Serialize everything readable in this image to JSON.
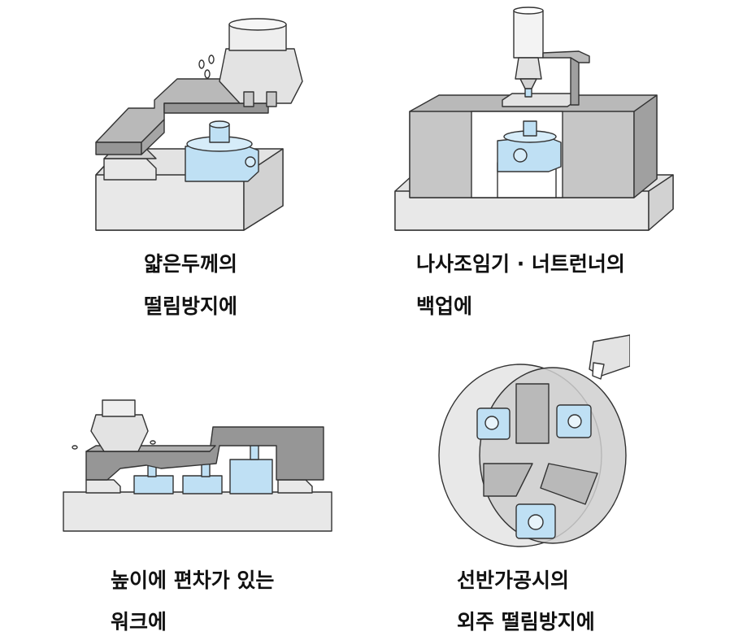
{
  "colors": {
    "gray_dark": "#969696",
    "gray_mid": "#b9b9b9",
    "gray_light": "#e3e3e3",
    "blue_part": "#bfe0f4",
    "outline": "#333333"
  },
  "panels": [
    {
      "illustration": "milling-thin-workpiece-support",
      "caption_lines": [
        "얇은두께의",
        "떨림방지에"
      ]
    },
    {
      "illustration": "drilling-tapping-backup",
      "caption_lines": [
        "나사조임기 · 너트런너의",
        "백업에"
      ]
    },
    {
      "illustration": "uneven-height-workpiece-support",
      "caption_lines": [
        "높이에 편차가 있는",
        "워크에"
      ]
    },
    {
      "illustration": "lathe-chuck-outer-support",
      "caption_lines": [
        "선반가공시의",
        "외주 떨림방지에"
      ]
    }
  ]
}
